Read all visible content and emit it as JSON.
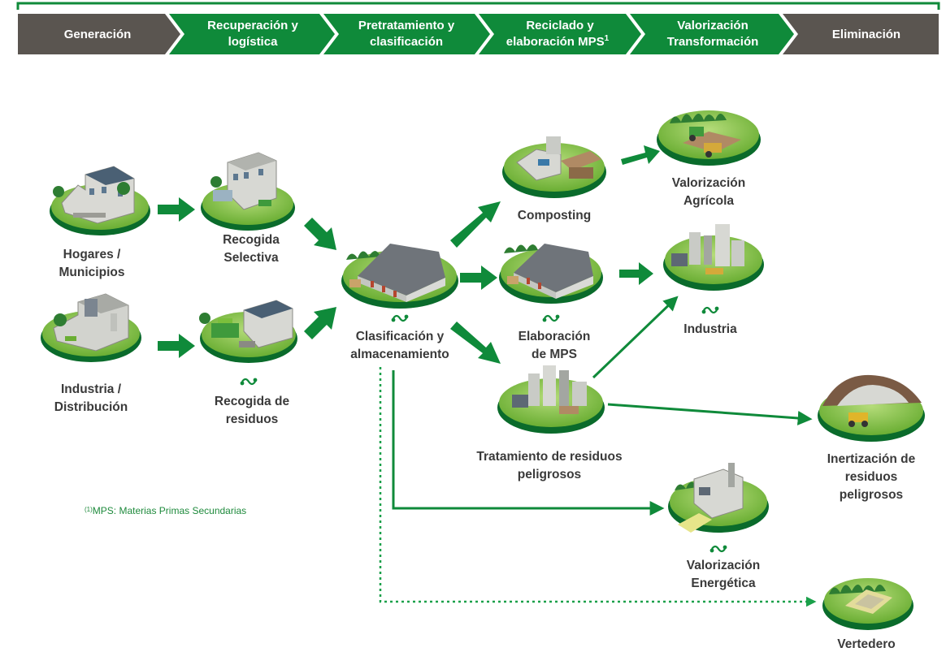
{
  "colors": {
    "green": "#0f8a3a",
    "dark_green": "#0a6b2b",
    "grey": "#5a5550",
    "label": "#3a3a3a",
    "grass": "#7bbf3c"
  },
  "header": {
    "stages": [
      {
        "line1": "Generación",
        "line2": ""
      },
      {
        "line1": "Recuperación y",
        "line2": "logística"
      },
      {
        "line1": "Pretratamiento y",
        "line2": "clasificación"
      },
      {
        "line1": "Reciclado y",
        "line2": "elaboración MPS",
        "sup": "1"
      },
      {
        "line1": "Valorización",
        "line2": "Transformación"
      },
      {
        "line1": "Eliminación",
        "line2": ""
      }
    ]
  },
  "nodes": {
    "hogares": {
      "l1": "Hogares /",
      "l2": "Municipios"
    },
    "industria_dist": {
      "l1": "Industria /",
      "l2": "Distribución"
    },
    "recogida_selectiva": {
      "l1": "Recogida",
      "l2": "Selectiva"
    },
    "recogida_residuos": {
      "l1": "Recogida de",
      "l2": "residuos"
    },
    "clasificacion": {
      "l1": "Clasificación y",
      "l2": "almacenamiento"
    },
    "composting": {
      "l1": "Composting"
    },
    "elaboracion": {
      "l1": "Elaboración",
      "l2": "de MPS"
    },
    "tratamiento": {
      "l1": "Tratamiento de residuos",
      "l2": "peligrosos"
    },
    "valorizacion_agricola": {
      "l1": "Valorización",
      "l2": "Agrícola"
    },
    "industria": {
      "l1": "Industria"
    },
    "inertizacion": {
      "l1": "Inertización de",
      "l2": "residuos",
      "l3": "peligrosos"
    },
    "valorizacion_energetica": {
      "l1": "Valorización",
      "l2": "Energética"
    },
    "vertedero": {
      "l1": "Vertedero"
    }
  },
  "footnote": {
    "mark": "(1)",
    "text": "MPS: Materias Primas Secundarias"
  }
}
